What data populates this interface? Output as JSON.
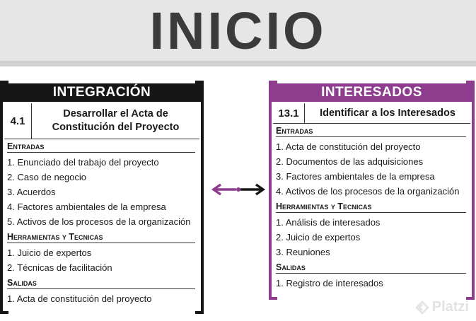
{
  "header": {
    "title": "INICIO"
  },
  "left_card": {
    "area": "INTEGRACIÓN",
    "number": "4.1",
    "process": "Desarrollar el Acta de Constitución del Proyecto",
    "sections": [
      {
        "title": "Entradas",
        "items": [
          "1. Enunciado del trabajo del proyecto",
          "2. Caso de negocio",
          "3. Acuerdos",
          "4. Factores ambientales de la empresa",
          "5. Activos de los procesos de la organización"
        ]
      },
      {
        "title": "Herramientas y Tecnicas",
        "items": [
          "1. Juicio de expertos",
          "2. Técnicas de facilitación"
        ]
      },
      {
        "title": "Salidas",
        "items": [
          "1. Acta de constitución del proyecto"
        ]
      }
    ]
  },
  "right_card": {
    "area": "INTERESADOS",
    "number": "13.1",
    "process": "Identificar a los Interesados",
    "sections": [
      {
        "title": "Entradas",
        "items": [
          "1. Acta de constitución del proyecto",
          "2. Documentos de las adquisiciones",
          "3. Factores ambientales de la empresa",
          "4. Activos de los procesos de la organización"
        ]
      },
      {
        "title": "Herramientas y Tecnicas",
        "items": [
          "1. Análisis de interesados",
          "2. Juicio de expertos",
          "3. Reuniones"
        ]
      },
      {
        "title": "Salidas",
        "items": [
          "1. Registro de interesados"
        ]
      }
    ]
  },
  "colors": {
    "integration": "#161616",
    "stakeholders": "#8e3c8e",
    "banner": "#e6e6e6"
  },
  "watermark": {
    "text": "Platzi",
    "icon": "platzi-logo-icon"
  }
}
